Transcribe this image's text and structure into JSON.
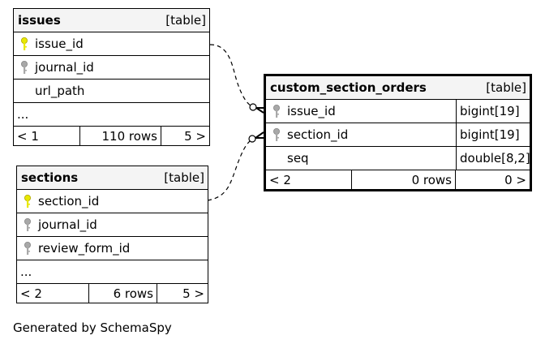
{
  "tables": {
    "issues": {
      "name": "issues",
      "kind": "[table]",
      "columns": [
        {
          "name": "issue_id",
          "key": "primary"
        },
        {
          "name": "journal_id",
          "key": "foreign"
        },
        {
          "name": "url_path",
          "key": "none"
        }
      ],
      "ellipsis": "...",
      "footer": {
        "parents": "< 1",
        "rows": "110 rows",
        "children": "5 >"
      }
    },
    "sections": {
      "name": "sections",
      "kind": "[table]",
      "columns": [
        {
          "name": "section_id",
          "key": "primary"
        },
        {
          "name": "journal_id",
          "key": "foreign"
        },
        {
          "name": "review_form_id",
          "key": "foreign"
        }
      ],
      "ellipsis": "...",
      "footer": {
        "parents": "< 2",
        "rows": "6 rows",
        "children": "5 >"
      }
    },
    "custom_section_orders": {
      "name": "custom_section_orders",
      "kind": "[table]",
      "columns": [
        {
          "name": "issue_id",
          "type": "bigint[19]",
          "key": "foreign"
        },
        {
          "name": "section_id",
          "type": "bigint[19]",
          "key": "foreign"
        },
        {
          "name": "seq",
          "type": "double[8,2]",
          "key": "none"
        }
      ],
      "footer": {
        "parents": "< 2",
        "rows": "0 rows",
        "children": "0 >"
      }
    }
  },
  "relationships": [
    {
      "from": "issues.issue_id",
      "to": "custom_section_orders.issue_id"
    },
    {
      "from": "sections.section_id",
      "to": "custom_section_orders.section_id"
    }
  ],
  "colors": {
    "primary_key": "#e8e800",
    "foreign_key": "#a8a8a8",
    "header_bg": "#f4f4f4"
  },
  "footer_text": "Generated by SchemaSpy"
}
